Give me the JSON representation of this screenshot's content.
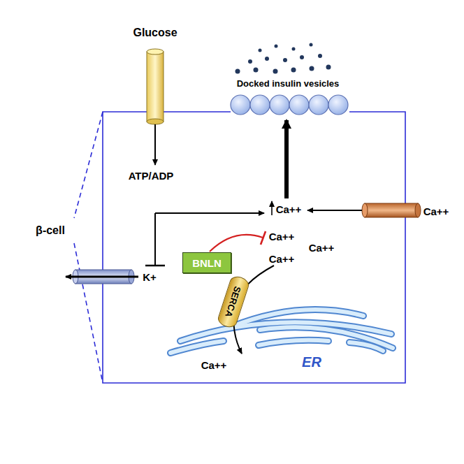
{
  "diagram": {
    "nodes": [
      {
        "text": [
          "BNLN"
        ]
      },
      {
        "text": [
          "SERCA"
        ]
      }
    ],
    "labels": [
      "Glucose",
      "Docked insulin vesicles",
      "β-cell",
      "ATP/ADP",
      "Ca++",
      "Ca++",
      "K+",
      "Ca++",
      "Ca++",
      "Ca++",
      "Ca++",
      "ER"
    ]
  }
}
